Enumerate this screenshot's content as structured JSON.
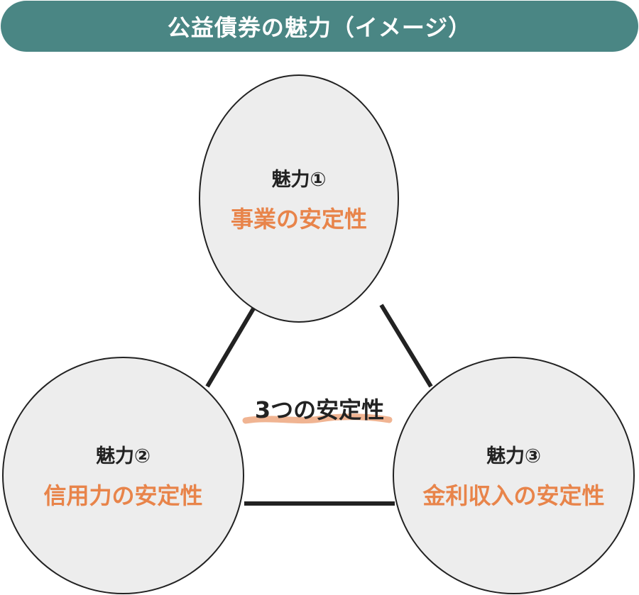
{
  "header": {
    "title": "公益債券の魅力（イメージ）"
  },
  "center": {
    "label": "3つの安定性"
  },
  "nodes": [
    {
      "label": "魅力①",
      "value": "事業の安定性"
    },
    {
      "label": "魅力②",
      "value": "信用力の安定性"
    },
    {
      "label": "魅力③",
      "value": "金利収入の安定性"
    }
  ],
  "colors": {
    "title_bg": "#4a8684",
    "accent": "#e8844a",
    "circle_fill": "#ededed",
    "line": "#222222",
    "underline": "#f0b492"
  }
}
